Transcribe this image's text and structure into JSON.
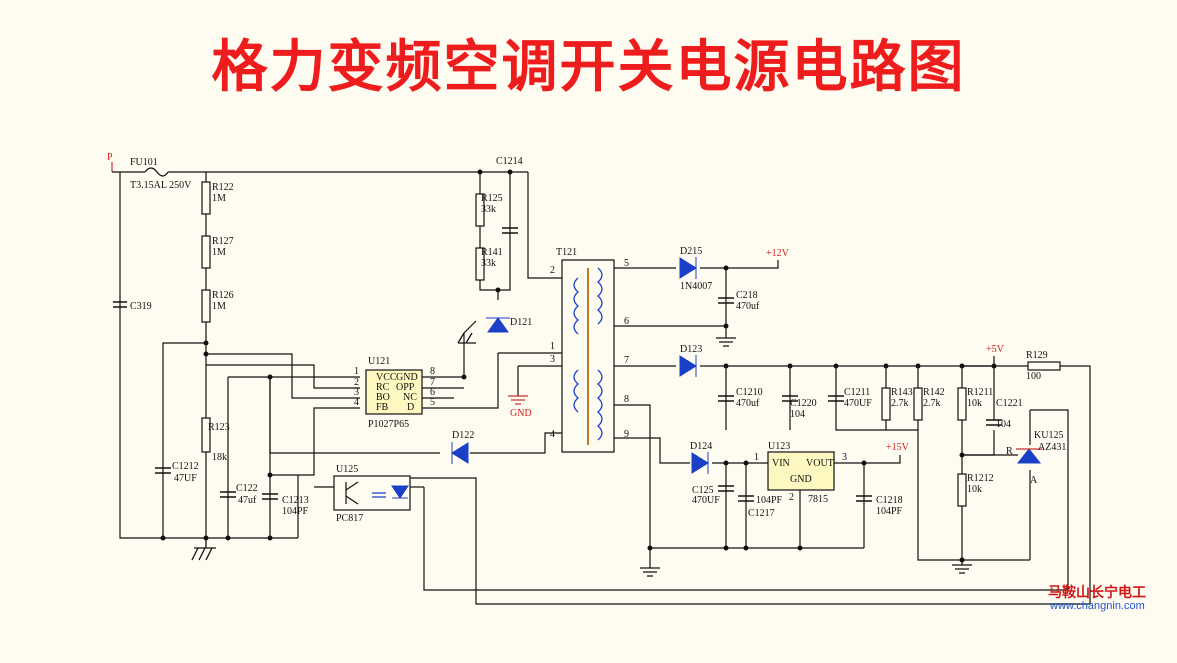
{
  "title": "格力变频空调开关电源电路图",
  "watermark": {
    "brand": "马鞍山长宁电工",
    "url": "www.changnin.com"
  },
  "colors": {
    "title": "#ee1c1c",
    "background": "#fefcf1",
    "component": "#1b40c8",
    "net": "#d42020"
  },
  "labels": {
    "p": "P",
    "fu101": "FU101",
    "fu101_rating": "T3.15AL 250V",
    "r122": "R122",
    "r122_v": "1M",
    "r127": "R127",
    "r127_v": "1M",
    "r126": "R126",
    "r126_v": "1M",
    "c319": "C319",
    "r123": "R123",
    "r123_v": "18k",
    "c1212": "C1212",
    "c1212_v": "47UF",
    "c122": "C122",
    "c122_v": "47uf",
    "c1213": "C1213",
    "c1213_v": "104PF",
    "u121": "U121",
    "u121_part": "P1027P65",
    "u121_pins_left": [
      "VCC",
      "RC",
      "BO",
      "FB"
    ],
    "u121_pins_right": [
      "GND",
      "OPP",
      "NC",
      "D"
    ],
    "u121_nums_left": [
      "1",
      "2",
      "3",
      "4"
    ],
    "u121_nums_right": [
      "8",
      "7",
      "6",
      "5"
    ],
    "r125": "R125",
    "r125_v": "33k",
    "r141": "R141",
    "r141_v": "33k",
    "c1214": "C1214",
    "d121": "D121",
    "d122": "D122",
    "gnd": "GND",
    "u125": "U125",
    "pc817": "PC817",
    "t121": "T121",
    "t_pins": [
      "2",
      "1",
      "3",
      "4",
      "5",
      "6",
      "7",
      "8",
      "9"
    ],
    "d215": "D215",
    "d215_part": "1N4007",
    "v12": "+12V",
    "c218": "C218",
    "c218_v": "470uf",
    "d123": "D123",
    "c1210": "C1210",
    "c1210_v": "470uf",
    "c1220": "C1220",
    "c1220_v": "104",
    "c1211": "C1211",
    "c1211_v": "470UF",
    "r143": "R143",
    "r143_v": "2.7k",
    "r142": "R142",
    "r142_v": "2.7k",
    "v5": "+5V",
    "r129": "R129",
    "r129_v": "100",
    "r1211": "R1211",
    "r1211_v": "10k",
    "c1221": "C1221",
    "c1221_v": "104",
    "r1212": "R1212",
    "r1212_v": "10k",
    "ku125": "KU125",
    "az431": "AZ431",
    "pin_r": "R",
    "pin_a": "A",
    "d124": "D124",
    "u123": "U123",
    "vin": "VIN",
    "vout": "VOUT",
    "u123_gnd": "GND",
    "u123_part": "7815",
    "u123_pin1": "1",
    "u123_pin2": "2",
    "u123_pin3": "3",
    "v15": "+15V",
    "c125": "C125",
    "c125_v": "470UF",
    "c1217_v": "104PF",
    "c1217": "C1217",
    "c1218": "C1218",
    "c1218_v": "104PF"
  }
}
